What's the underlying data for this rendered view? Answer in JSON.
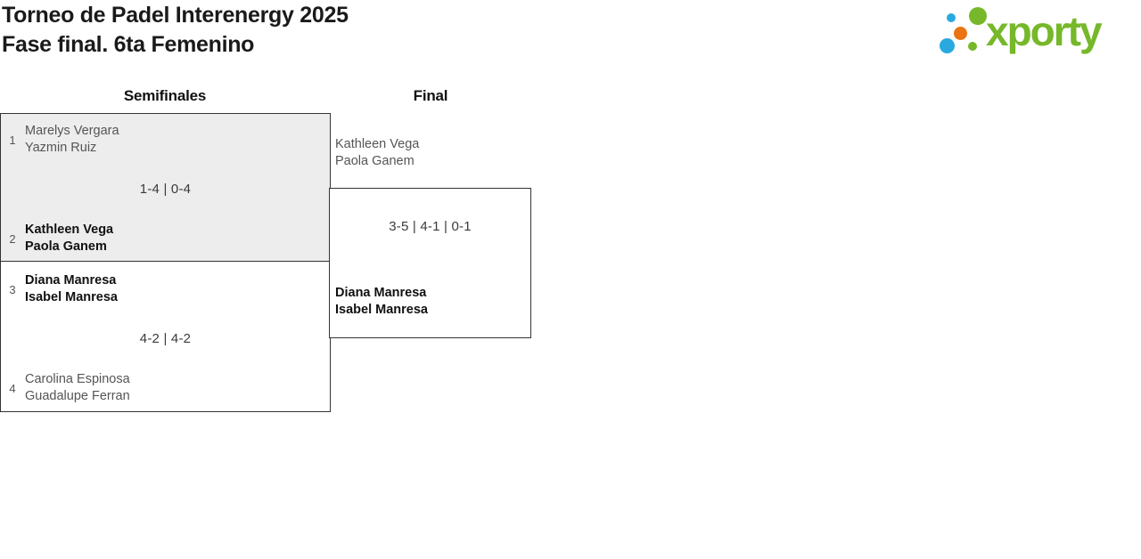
{
  "header": {
    "title_line1": "Torneo de Padel Interenergy 2025",
    "title_line2": "Fase final. 6ta Femenino"
  },
  "logo": {
    "wordmark": "xporty",
    "colors": {
      "green": "#76b82a",
      "blue": "#29a9e0",
      "orange": "#ea7411"
    }
  },
  "bracket": {
    "rounds": [
      {
        "name": "Semifinales"
      },
      {
        "name": "Final"
      }
    ],
    "semifinals": [
      {
        "highlighted": true,
        "score": "1-4 | 0-4",
        "team1": {
          "seed": "1",
          "player1": "Marelys Vergara",
          "player2": "Yazmin Ruiz",
          "winner": false
        },
        "team2": {
          "seed": "2",
          "player1": "Kathleen Vega",
          "player2": "Paola Ganem",
          "winner": true
        }
      },
      {
        "highlighted": false,
        "score": "4-2 | 4-2",
        "team1": {
          "seed": "3",
          "player1": "Diana Manresa",
          "player2": "Isabel Manresa",
          "winner": true
        },
        "team2": {
          "seed": "4",
          "player1": "Carolina Espinosa",
          "player2": "Guadalupe Ferran",
          "winner": false
        }
      }
    ],
    "final": {
      "score": "3-5 | 4-1 | 0-1",
      "team1": {
        "player1": "Kathleen Vega",
        "player2": "Paola Ganem",
        "winner": false
      },
      "team2": {
        "player1": "Diana Manresa",
        "player2": "Isabel Manresa",
        "winner": true
      }
    }
  }
}
